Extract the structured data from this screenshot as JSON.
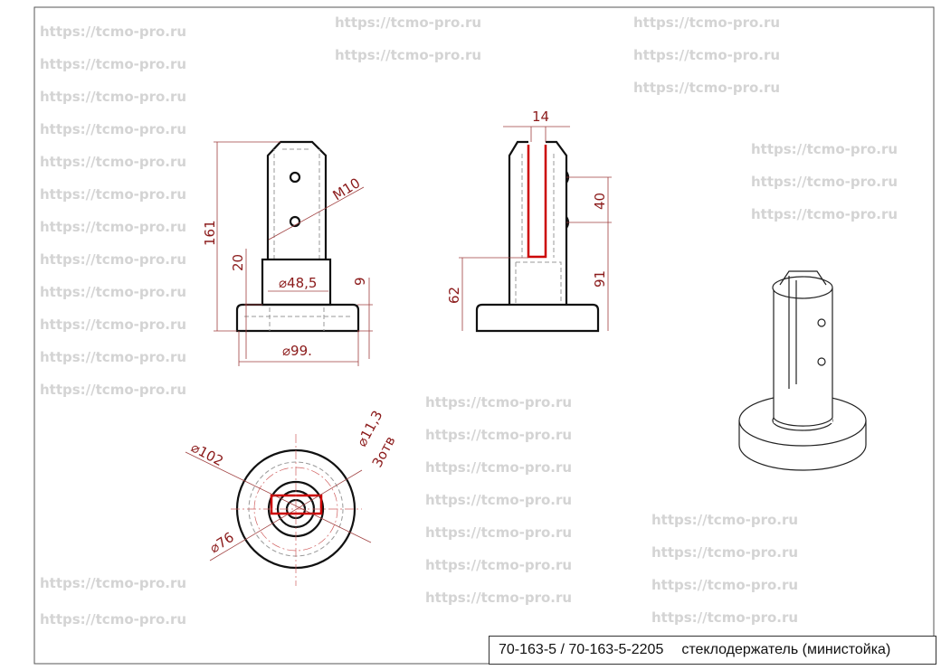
{
  "watermark": "https://tcmo-pro.ru",
  "front_view": {
    "height": "161",
    "step": "20",
    "shaft_diameter": "⌀48,5",
    "thread": "M10",
    "base_height": "9",
    "base_diameter": "⌀99."
  },
  "side_view": {
    "slot_width": "14",
    "hole_spacing": "40",
    "hole_height": "91",
    "slot_depth_from_base": "62"
  },
  "top_view": {
    "outer_diameter": "⌀102",
    "bolt_circle": "⌀76",
    "hole_diameter": "⌀11,3",
    "hole_count": "3отв"
  },
  "title_block": {
    "part_numbers": "70-163-5 / 70-163-5-2205",
    "name": "стеклодержатель (министойка)"
  }
}
